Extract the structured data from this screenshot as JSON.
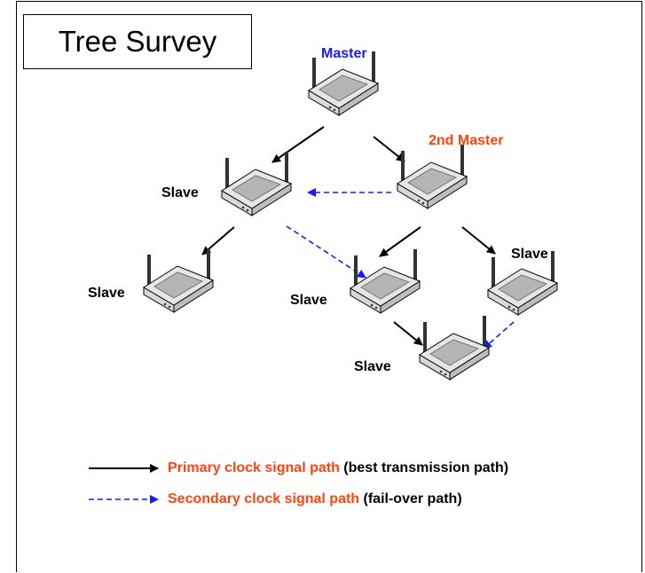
{
  "title": "Tree Survey",
  "nodes": [
    {
      "id": "master",
      "label": "Master",
      "role": "master",
      "icon": "wireless-base-station-icon"
    },
    {
      "id": "second-master",
      "label": "2nd  Master",
      "role": "second",
      "icon": "wireless-base-station-icon"
    },
    {
      "id": "slave-1",
      "label": "Slave",
      "role": "slave",
      "icon": "wireless-base-station-icon"
    },
    {
      "id": "slave-2",
      "label": "Slave",
      "role": "slave",
      "icon": "wireless-base-station-icon"
    },
    {
      "id": "slave-3",
      "label": "Slave",
      "role": "slave",
      "icon": "wireless-base-station-icon"
    },
    {
      "id": "slave-4",
      "label": "Slave",
      "role": "slave",
      "icon": "wireless-base-station-icon"
    },
    {
      "id": "slave-5",
      "label": "Slave",
      "role": "slave",
      "icon": "wireless-base-station-icon"
    }
  ],
  "edges": [
    {
      "from": "master",
      "to": "slave-1",
      "type": "primary"
    },
    {
      "from": "master",
      "to": "second-master",
      "type": "primary"
    },
    {
      "from": "second-master",
      "to": "slave-1",
      "type": "secondary"
    },
    {
      "from": "slave-1",
      "to": "slave-2",
      "type": "primary"
    },
    {
      "from": "slave-1",
      "to": "slave-3",
      "type": "secondary"
    },
    {
      "from": "second-master",
      "to": "slave-3",
      "type": "primary"
    },
    {
      "from": "second-master",
      "to": "slave-4",
      "type": "primary"
    },
    {
      "from": "slave-3",
      "to": "slave-5",
      "type": "primary"
    },
    {
      "from": "slave-4",
      "to": "slave-5",
      "type": "secondary"
    }
  ],
  "legend": {
    "primary": {
      "highlight": "Primary clock signal path",
      "rest": " (best transmission path)"
    },
    "secondary": {
      "highlight": "Secondary clock signal path",
      "rest": " (fail-over path)"
    }
  },
  "colors": {
    "master_label": "#1a1aff",
    "second_master_label": "#ff4411",
    "legend_highlight": "#ff4411",
    "primary_path": "#000000",
    "secondary_path": "#1a1aff"
  }
}
